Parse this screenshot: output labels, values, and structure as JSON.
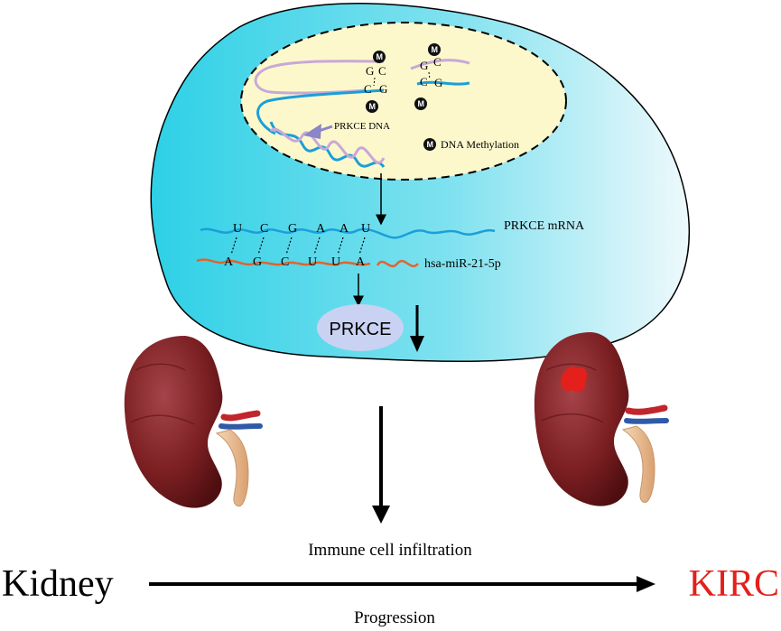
{
  "figure": {
    "nucleus": {
      "dna_label": "PRKCE DNA",
      "methylation_label": "DNA Methylation",
      "methylation_mark": "M",
      "base_pairs_left": [
        [
          "G",
          "C"
        ],
        [
          "C",
          "G"
        ]
      ],
      "base_pairs_right": [
        [
          "G",
          "C"
        ],
        [
          "C",
          "G"
        ]
      ]
    },
    "mrna": {
      "label": "PRKCE mRNA",
      "top_bases": [
        "U",
        "C",
        "G",
        "A",
        "A",
        "U"
      ],
      "bottom_bases": [
        "A",
        "G",
        "C",
        "U",
        "U",
        "A"
      ]
    },
    "mirna_label": "hsa-miR-21-5p",
    "protein_label": "PRKCE",
    "immune_label": "Immune cell infiltration",
    "left_label": "Kidney",
    "right_label": "KIRC",
    "progression_label": "Progression"
  },
  "colors": {
    "cell_left": "#3fd3e6",
    "cell_right": "#e9f7fb",
    "nucleus_fill": "#fcf8cc",
    "dna_blue": "#1a9fd8",
    "dna_pink": "#c8a8d8",
    "mirna_orange": "#e0642c",
    "protein_fill": "#c9d2f2",
    "kidney": "#7b1f22",
    "kirc_red": "#e3201b",
    "arrow_purple": "#8a86c7"
  }
}
